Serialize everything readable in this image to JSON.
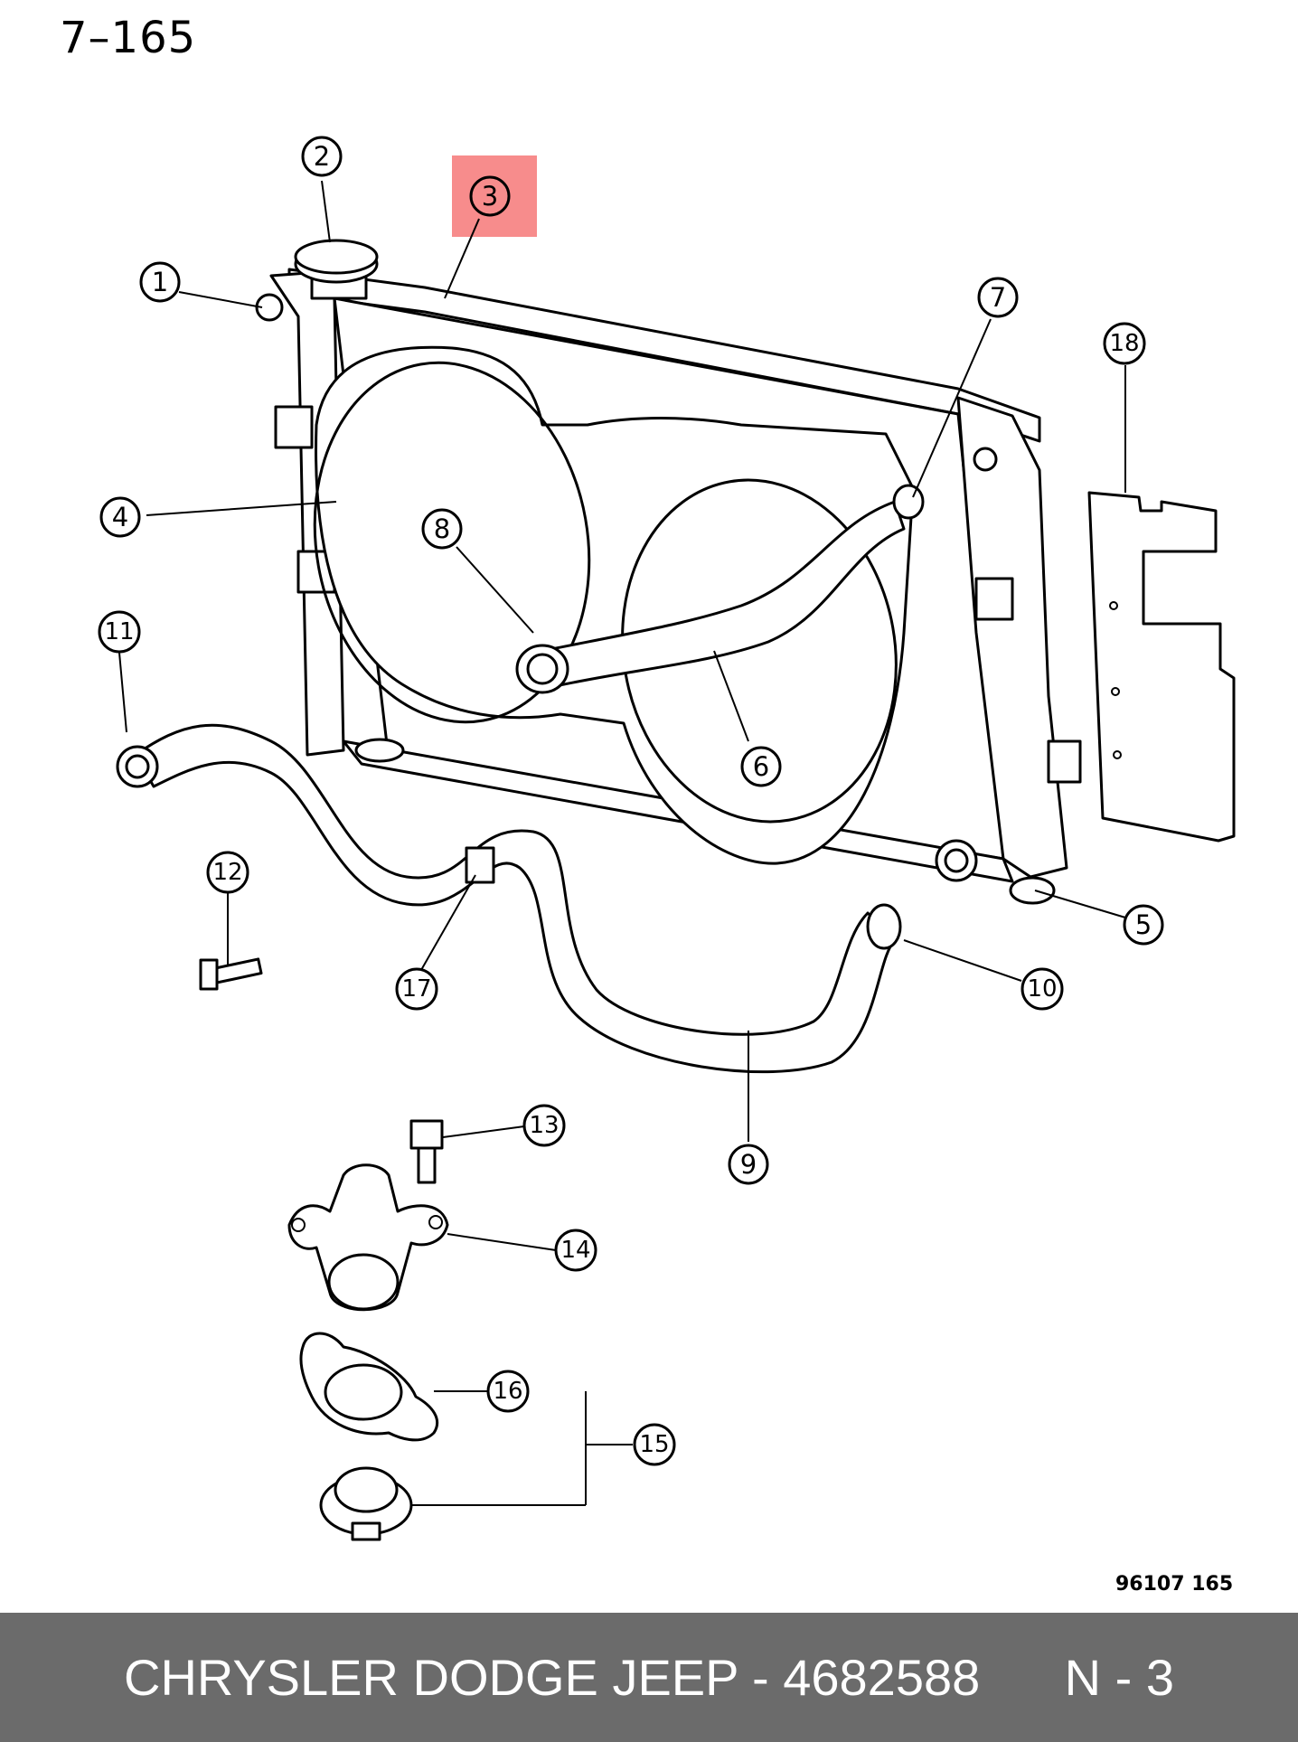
{
  "page_code": "7–165",
  "ref_code": "96107  165",
  "highlight_callout": "3",
  "highlight_color": "#f78c8c",
  "callouts": [
    "1",
    "2",
    "3",
    "4",
    "5",
    "6",
    "7",
    "8",
    "9",
    "10",
    "11",
    "12",
    "13",
    "14",
    "15",
    "16",
    "17",
    "18"
  ],
  "footer": {
    "text": "CHRYSLER DODGE JEEP - 4682588      N - 3",
    "bar_color": "#6b6b6b"
  }
}
